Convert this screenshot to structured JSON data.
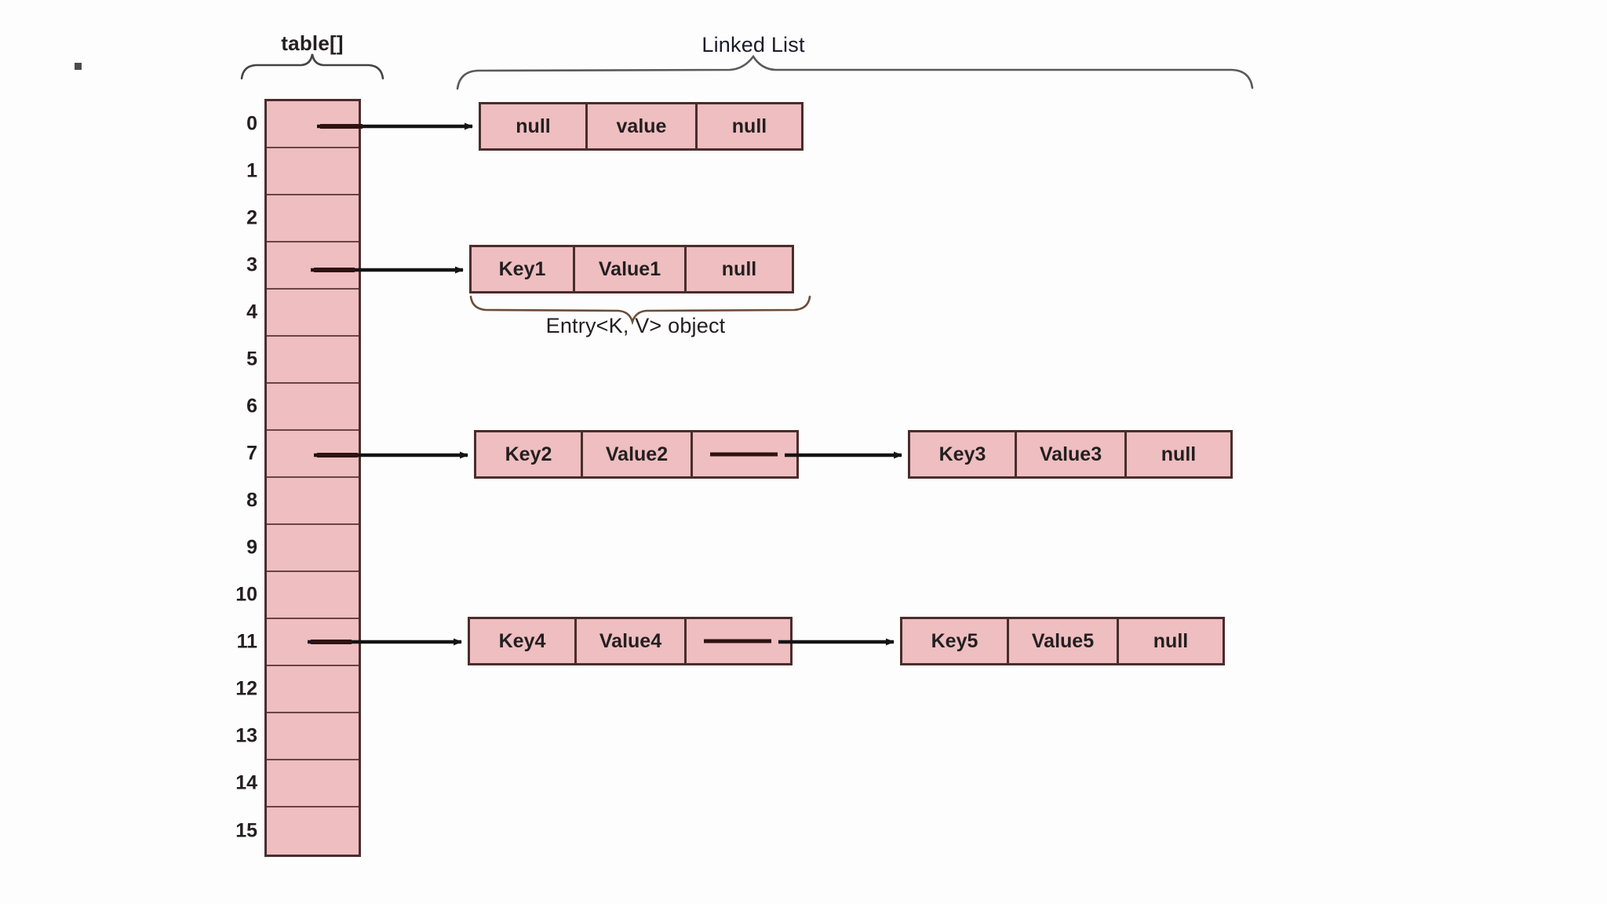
{
  "diagram": {
    "title_table": "table[]",
    "title_linked_list": "Linked List",
    "caption_entry": "Entry<K, V> object",
    "colors": {
      "cell_fill": "#eebec0",
      "cell_border": "#4a2d2d",
      "arrow": "#1a1a1a",
      "text": "#231f20",
      "background": "#ffffff"
    }
  },
  "table": {
    "label": "table[]",
    "indices": [
      "0",
      "1",
      "2",
      "3",
      "4",
      "5",
      "6",
      "7",
      "8",
      "9",
      "10",
      "11",
      "12",
      "13",
      "14",
      "15"
    ],
    "occupied_indices": [
      "0",
      "3",
      "7",
      "11"
    ]
  },
  "nodes": [
    {
      "id": "node-0",
      "bucket": "0",
      "cells": [
        {
          "role": "key",
          "text": "null"
        },
        {
          "role": "value",
          "text": "value"
        },
        {
          "role": "next",
          "text": "null"
        }
      ]
    },
    {
      "id": "node-1",
      "bucket": "3",
      "cells": [
        {
          "role": "key",
          "text": "Key1"
        },
        {
          "role": "value",
          "text": "Value1"
        },
        {
          "role": "next",
          "text": "null"
        }
      ]
    },
    {
      "id": "node-2",
      "bucket": "7",
      "cells": [
        {
          "role": "key",
          "text": "Key2"
        },
        {
          "role": "value",
          "text": "Value2"
        },
        {
          "role": "next",
          "text": ""
        }
      ]
    },
    {
      "id": "node-3",
      "bucket": "7",
      "cells": [
        {
          "role": "key",
          "text": "Key3"
        },
        {
          "role": "value",
          "text": "Value3"
        },
        {
          "role": "next",
          "text": "null"
        }
      ]
    },
    {
      "id": "node-4",
      "bucket": "11",
      "cells": [
        {
          "role": "key",
          "text": "Key4"
        },
        {
          "role": "value",
          "text": "Value4"
        },
        {
          "role": "next",
          "text": ""
        }
      ]
    },
    {
      "id": "node-5",
      "bucket": "11",
      "cells": [
        {
          "role": "key",
          "text": "Key5"
        },
        {
          "role": "value",
          "text": "Value5"
        },
        {
          "role": "next",
          "text": "null"
        }
      ]
    }
  ]
}
